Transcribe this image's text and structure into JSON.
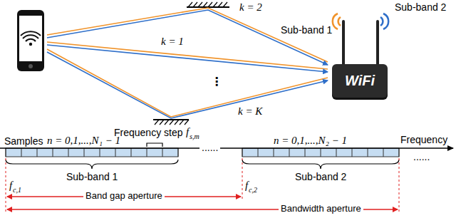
{
  "diagram": {
    "nodes": [
      {
        "text": [
          "WiFi"
        ]
      }
    ],
    "labels": [
      "Sub-band 2",
      "Sub-band 1",
      "k = 2",
      "k = 1",
      "⋮",
      "k = K",
      "Samples",
      "Frequency step",
      "f",
      "s,m",
      "n = 0,1,...,N₁ − 1",
      "n = 0,1,...,N₂ − 1",
      "Frequency",
      "......",
      "......",
      "Sub-band 1",
      "Sub-band 2",
      "f",
      "c,1",
      "f",
      "c,2",
      "Band gap aperture",
      "Bandwidth aperture"
    ]
  }
}
